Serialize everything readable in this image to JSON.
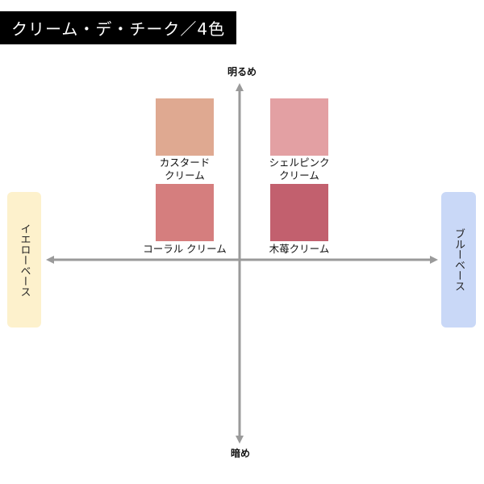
{
  "title": "クリーム・デ・チーク／4色",
  "axes": {
    "top": "明るめ",
    "bottom": "暗め",
    "left": "イエローベース",
    "right": "ブルーベース"
  },
  "swatches": [
    {
      "label": "カスタード\nクリーム",
      "color": "#dfa991"
    },
    {
      "label": "シェルピンク\nクリーム",
      "color": "#e3a0a3"
    },
    {
      "label": "コーラル クリーム",
      "color": "#d57e7e"
    },
    {
      "label": "木苺クリーム",
      "color": "#c2606e"
    }
  ],
  "colors": {
    "axis": "#9a9a9a",
    "title_bg": "#000000",
    "yellow_base": "#fdf1cc",
    "blue_base": "#c9d8f7"
  }
}
